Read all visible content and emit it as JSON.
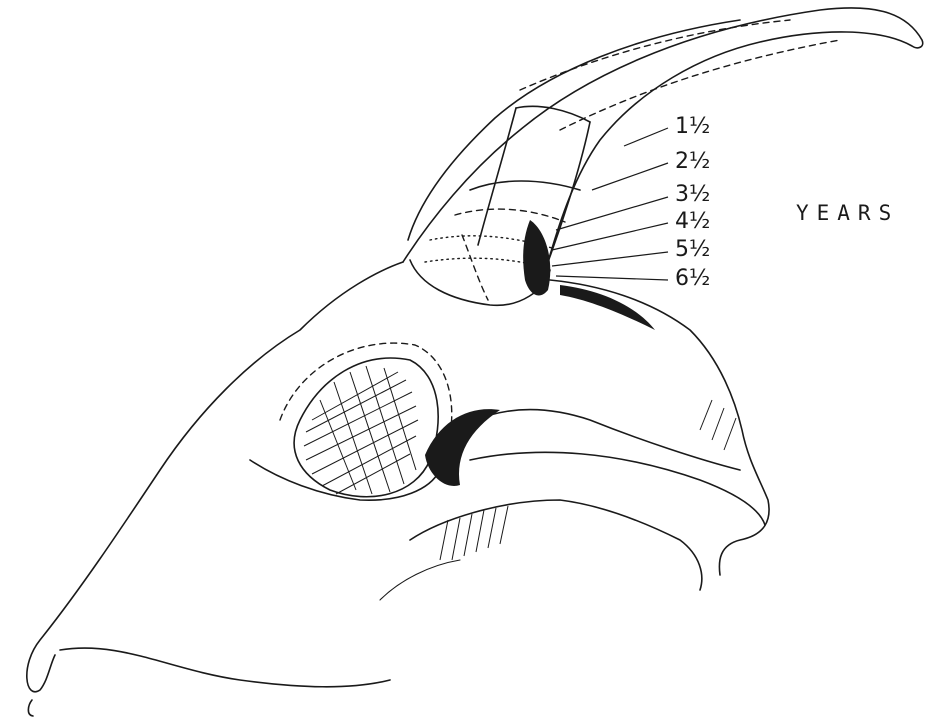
{
  "figure": {
    "age_labels": [
      "1½",
      "2½",
      "3½",
      "4½",
      "5½",
      "6½"
    ],
    "units_label": "YEARS",
    "ink_color": "#1a1a1a",
    "background_color": "#ffffff"
  }
}
